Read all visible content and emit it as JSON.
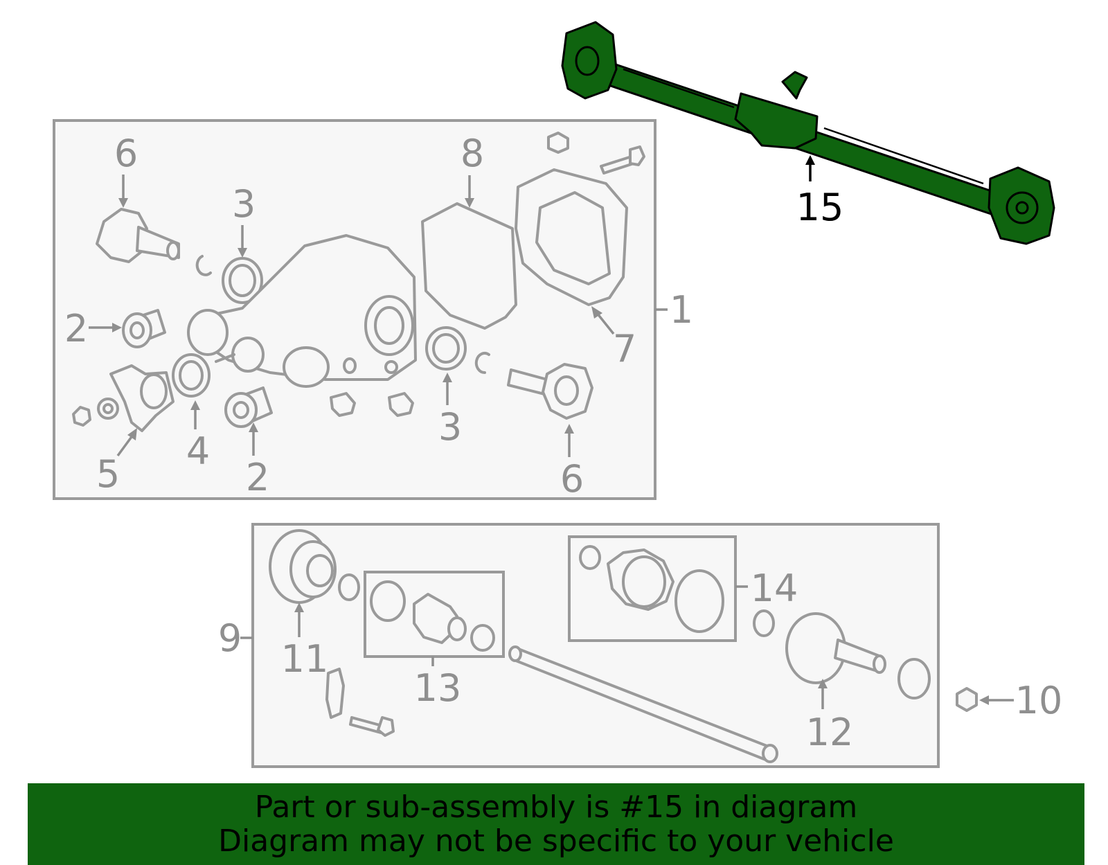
{
  "labels": {
    "l1": "1",
    "l2a": "2",
    "l2b": "2",
    "l3a": "3",
    "l3b": "3",
    "l4": "4",
    "l5": "5",
    "l6a": "6",
    "l6b": "6",
    "l7": "7",
    "l8": "8",
    "l9": "9",
    "l10": "10",
    "l11": "11",
    "l12": "12",
    "l13": "13",
    "l14": "14",
    "l15": "15"
  },
  "highlight_color": "#0f640f",
  "banner": {
    "line1": "Part or sub-assembly is #15 in diagram",
    "line2": "Diagram may not be specific to your vehicle"
  }
}
